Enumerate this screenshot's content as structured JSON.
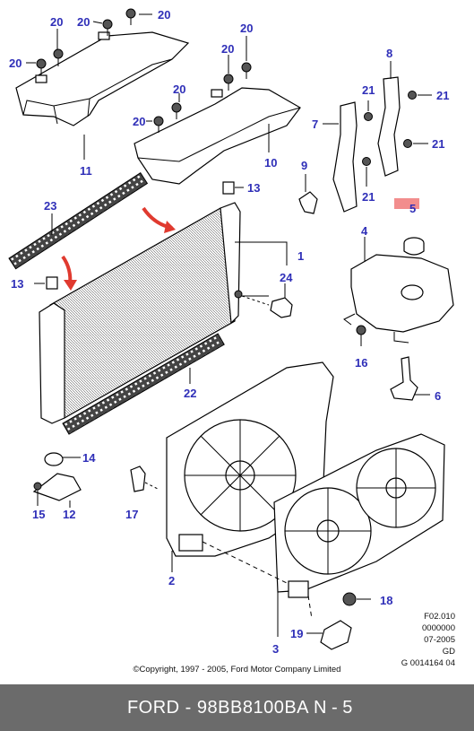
{
  "callouts": {
    "c1": "1",
    "c2": "2",
    "c3": "3",
    "c4": "4",
    "c5": "5",
    "c6": "6",
    "c7": "7",
    "c8": "8",
    "c9": "9",
    "c10": "10",
    "c11": "11",
    "c12": "12",
    "c13": "13",
    "c14": "14",
    "c15": "15",
    "c16": "16",
    "c17": "17",
    "c18": "18",
    "c19": "19",
    "c20": "20",
    "c21": "21",
    "c22": "22",
    "c23": "23",
    "c24": "24"
  },
  "copyright": "©Copyright, 1997 - 2005, Ford Motor Company Limited",
  "ref_block": {
    "line1": "F02.010",
    "line2": "0000000",
    "line3": "07-2005",
    "line4": "GD",
    "line5": "G 0014164 04"
  },
  "footer": {
    "part_text": "FORD - 98BB8100BA",
    "page_text": "N - 5",
    "background": "#6b6b6b"
  },
  "colors": {
    "callout": "#2f2fb8",
    "arrow": "#e03a2f",
    "highlight": "#f28d8d"
  }
}
